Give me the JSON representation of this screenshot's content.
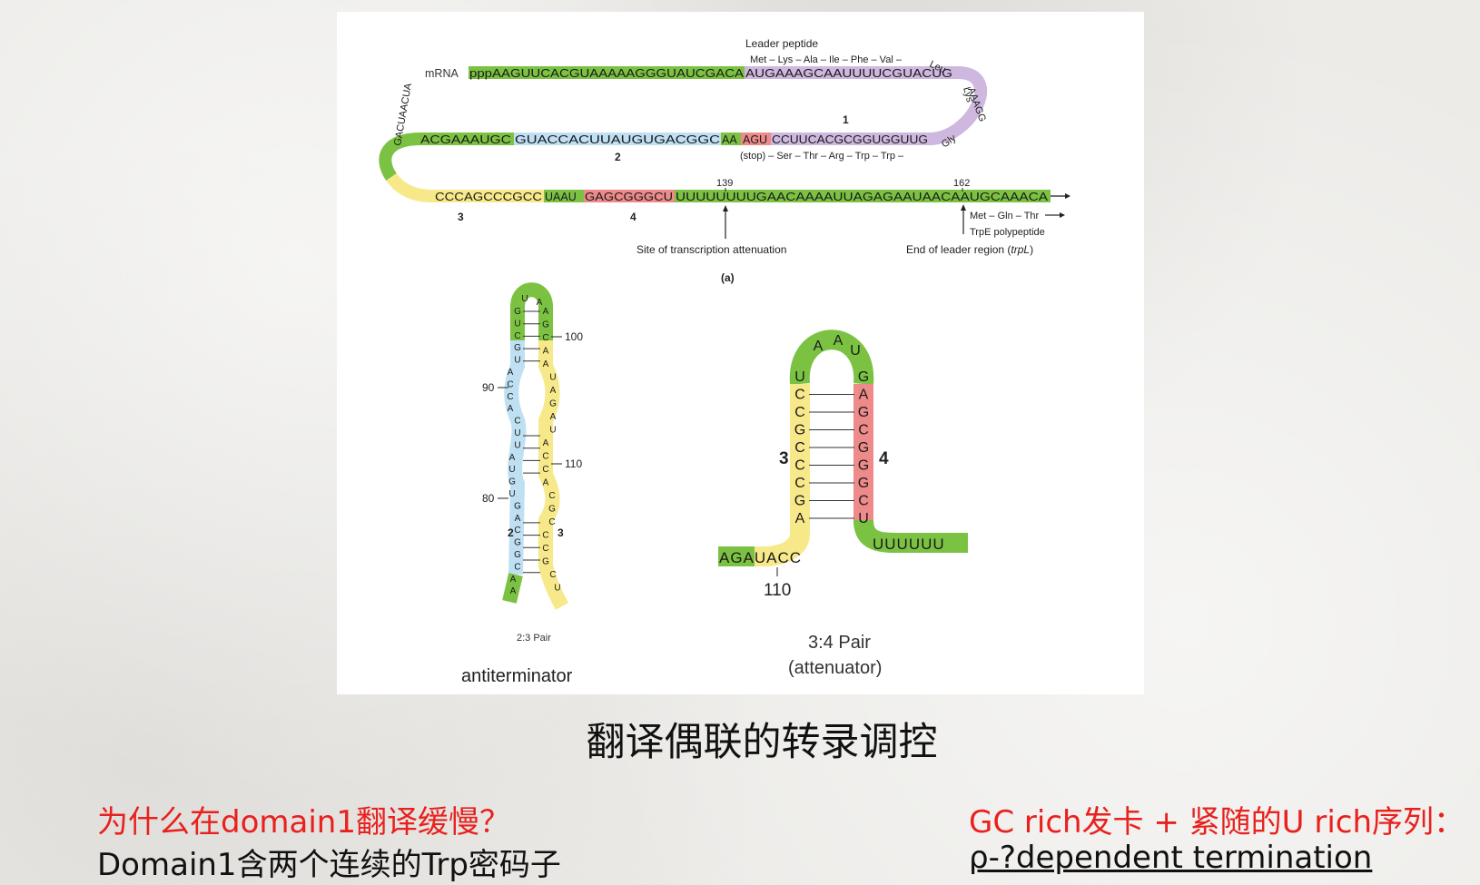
{
  "figure": {
    "panel_a": {
      "mrna_label": "mRNA",
      "leader_peptide_label": "Leader peptide",
      "leader_top_peptide": "Met – Lys – Ala – Ile – Phe – Val –",
      "leu_label": "Leu",
      "lys_label": "Lys",
      "gly_label": "Gly",
      "row1_green": "pppAAGUUCACGUAAAAAGGGUAUCGACA",
      "row1_purple": "AUGAAAGCAAUUUUCGUACUG",
      "turn_seq": "AAAGG",
      "row2_green_left": "ACGAAAUGC",
      "row2_blue": "GUACCACUUAUGUGACGGC",
      "row2_green_aa": "AA",
      "row2_red": "AGU",
      "row2_purple": "CCUUCACGCGGUGGUUG",
      "left_turn_seq": "GACUAACUA",
      "row2_peptide": "(stop) – Ser – Thr – Arg – Trp – Trp –",
      "row3_yellow": "CCCAGCCCGCC",
      "row3_green_uaau": "UAAU",
      "row3_red": "GAGCGGGCU",
      "row3_green_tail": "UUUUUUUUGAACAAAAUUAGAGAAUAACAAUGCAAACA",
      "region1": "1",
      "region2": "2",
      "region3": "3",
      "region4": "4",
      "pos139": "139",
      "pos162": "162",
      "attenuation_label": "Site of transcription attenuation",
      "trpE_peptide": "Met – Gln – Thr",
      "trpE_label": "TrpE polypeptide",
      "end_leader_label": "End of leader region (",
      "end_leader_italic": "trpL",
      "panel_label": "(a)"
    },
    "panel_b": {
      "pos100": "100",
      "pos90": "90",
      "pos110": "110",
      "pos80": "80",
      "label2": "2",
      "label3": "3",
      "pair_label": "2:3 Pair",
      "caption": "antiterminator",
      "left_strand_bases": [
        "G",
        "U",
        "C",
        "G",
        "U",
        "A",
        "C",
        "C",
        "A",
        "C",
        "U",
        "U",
        "A",
        "U",
        "G",
        "U",
        "G",
        "A",
        "C",
        "G",
        "G",
        "C",
        "A",
        "A"
      ],
      "right_strand_bases": [
        "A",
        "G",
        "C",
        "A",
        "A",
        "U",
        "A",
        "G",
        "A",
        "U",
        "A",
        "C",
        "C",
        "A",
        "C",
        "G",
        "C",
        "C",
        "C",
        "G",
        "C",
        "U"
      ],
      "loop_bases": [
        "U",
        "A"
      ]
    },
    "panel_c": {
      "left_stem": [
        "U",
        "C",
        "C",
        "G",
        "C",
        "C",
        "C",
        "G",
        "A"
      ],
      "right_stem": [
        "G",
        "A",
        "G",
        "C",
        "G",
        "G",
        "G",
        "C",
        "U"
      ],
      "loop": [
        "A",
        "A",
        "U"
      ],
      "tail_left": "AGAUACC",
      "tail_right": "UUUUUU",
      "label3": "3",
      "label4": "4",
      "pos110": "110",
      "pair_label": "3:4 Pair",
      "pair_sub": "(attenuator)"
    }
  },
  "caption": "翻译偶联的转录调控",
  "bottom_left": {
    "question": "为什么在domain1翻译缓慢？",
    "answer": "Domain1含两个连续的Trp密码子"
  },
  "bottom_right": {
    "question": "GC rich发卡 + 紧随的U rich序列：",
    "answer": "ρ-?dependent termination"
  },
  "colors": {
    "green": "#7cc242",
    "purple": "#cfb8df",
    "blue": "#bfe0f3",
    "red": "#ee8a8a",
    "yellow": "#f7e98a",
    "red_text": "#e8211e"
  }
}
